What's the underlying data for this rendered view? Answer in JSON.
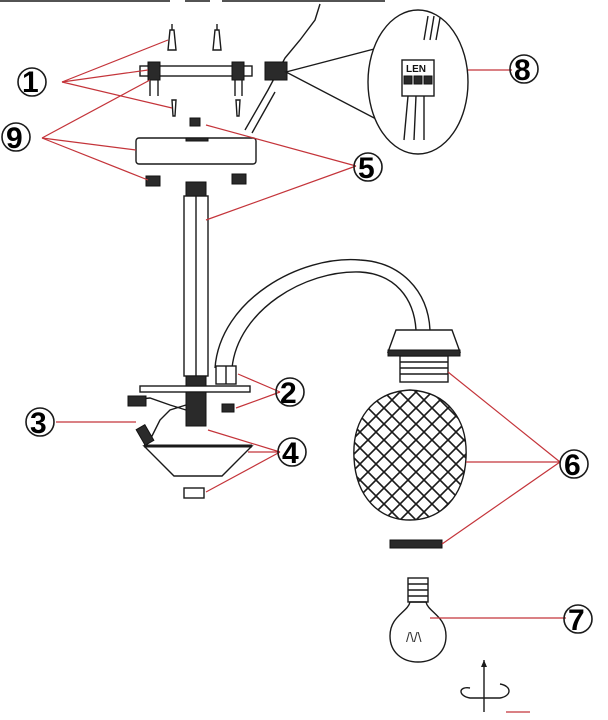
{
  "diagram": {
    "labels": [
      {
        "id": "1",
        "text": "1"
      },
      {
        "id": "2",
        "text": "2"
      },
      {
        "id": "3",
        "text": "3"
      },
      {
        "id": "4",
        "text": "4"
      },
      {
        "id": "5",
        "text": "5"
      },
      {
        "id": "6",
        "text": "6"
      },
      {
        "id": "7",
        "text": "7"
      },
      {
        "id": "8",
        "text": "8"
      },
      {
        "id": "9",
        "text": "9"
      }
    ],
    "terminal_block_marks": "LEN",
    "bulb_filament_glyph": "/\\/\\",
    "colors": {
      "leader": "#c4343a",
      "ink": "#1a1a1a",
      "background": "#ffffff"
    }
  }
}
